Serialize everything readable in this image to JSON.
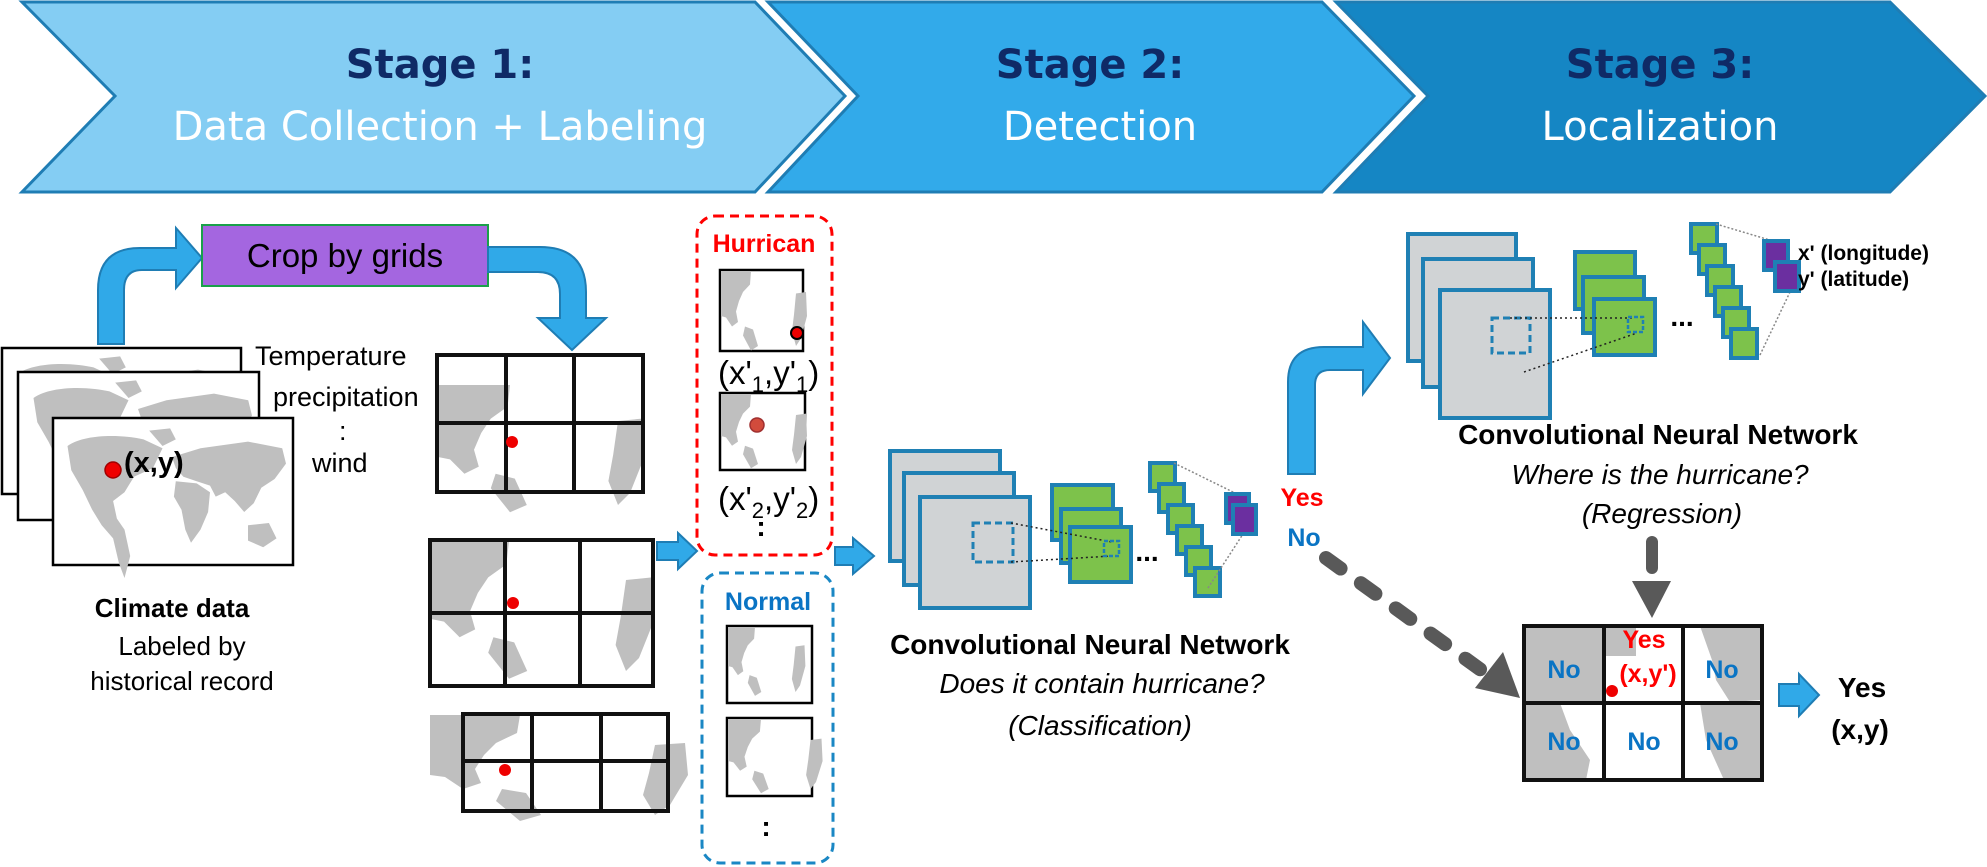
{
  "stages": [
    {
      "title": "Stage 1:",
      "subtitle": "Data Collection + Labeling",
      "color": "#84cdf3"
    },
    {
      "title": "Stage 2:",
      "subtitle": "Detection",
      "color": "#32aaea"
    },
    {
      "title": "Stage 3:",
      "subtitle": "Localization",
      "color": "#1586c4"
    }
  ],
  "stage1": {
    "crop_label": "Crop by grids",
    "crop_color": "#a466e0",
    "variables": [
      "Temperature",
      "precipitation",
      ":",
      "wind"
    ],
    "point_label": "(x,y)",
    "climate_title": "Climate data",
    "climate_sub1": "Labeled by",
    "climate_sub2": "historical record"
  },
  "samples": {
    "hurricane_label": "Hurrican",
    "coord1_prefix": "(x'",
    "coord1_sub": "1",
    "coord1_mid": ",y'",
    "coord1_sub2": "1",
    "coord1_end": ")",
    "coord2_prefix": "(x'",
    "coord2_sub": "2",
    "coord2_mid": ",y'",
    "coord2_sub2": "2",
    "coord2_end": ")",
    "hurricane_more": ":",
    "normal_label": "Normal",
    "normal_more": ":",
    "hurricane_color": "#ff0000",
    "normal_color": "#1a87c4"
  },
  "detection": {
    "ellipsis": "...",
    "title": "Convolutional  Neural  Network",
    "question": "Does it contain hurricane?",
    "task": "(Classification)",
    "yes_label": "Yes",
    "no_label": "No"
  },
  "localization": {
    "ellipsis": "...",
    "output_x": "x' (longitude)",
    "output_y": "y' (latitude)",
    "title": "Convolutional  Neural  Network",
    "question": "Where is the hurricane?",
    "task": "(Regression)"
  },
  "result_grid": {
    "cells": [
      {
        "label": "No",
        "type": "no"
      },
      {
        "label": "Yes",
        "label2": "(x,y')",
        "type": "yes"
      },
      {
        "label": "No",
        "type": "no"
      },
      {
        "label": "No",
        "type": "no"
      },
      {
        "label": "No",
        "type": "no"
      },
      {
        "label": "No",
        "type": "no"
      }
    ],
    "final_label": "Yes",
    "final_coord": "(x,y)"
  }
}
